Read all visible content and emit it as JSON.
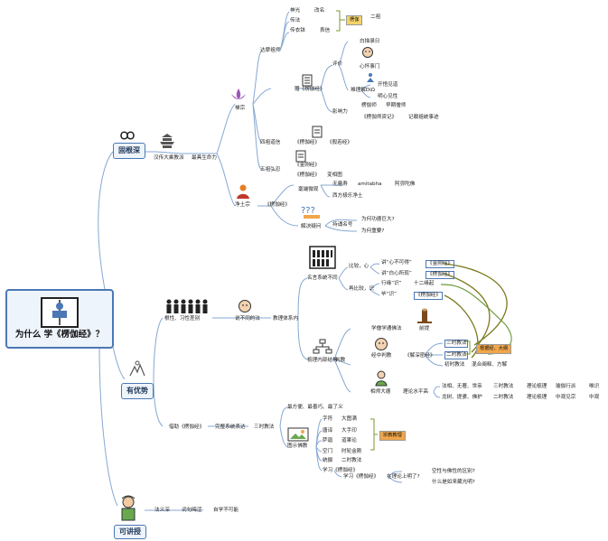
{
  "root": {
    "title": "为什么 学《楞伽经》？"
  },
  "branches": {
    "b1": "固根深",
    "b2": "有优势",
    "b3": "可讲授"
  },
  "b1": {
    "n1": "汉传大乘教派",
    "n2": "最具生命力",
    "chan": "禅宗",
    "jing": "净土宗",
    "damo": "达摩祖师",
    "shenguang": "神光",
    "gaiming": "改名",
    "chuanfa": "传法",
    "chuanyibo": "传衣钵",
    "biaozheng": "表信",
    "tag_lingai": "楞伽",
    "erzu": "二祖",
    "yi": "赠《楞伽经》",
    "pingjia": "评价",
    "baiju": "白描录日",
    "xinhuai": "心怀事门",
    "nanli": "难理解DiΩ",
    "kaiwu": "开悟见道",
    "mingxin": "明心见性",
    "yingxiang": "影响力",
    "lengqie_shi": "楞伽师",
    "zaoqi": "早期僧师",
    "lengqie_ziji": "《楞伽师资记》",
    "jizai": "记载祖统事迹",
    "sizu": "四祖道信",
    "lqj1": "《楞伽经》",
    "jingang1": "《般若经》",
    "wuzu": "五祖弘忍",
    "jingang2": "《金刚经》",
    "lqj2": "《楞伽经》",
    "bianxiang": "变相图",
    "lqj3": "《楞伽经》",
    "xiangzheng": "毫端微观",
    "wuliang": "无量寿",
    "amitabha": "amitabha",
    "amituo": "阿弥陀佛",
    "xifang": "西方极乐净土",
    "jieshi": "解决疑问",
    "chisong": "持诵名号",
    "q1": "为何功德巨大?",
    "q2": "为何重要?"
  },
  "b2": {
    "n1": "根性、习性差别",
    "n2": "说不同的法",
    "n3": "教理体系内",
    "mingyan": "名言系统不同",
    "bijiao": "比较，心",
    "zai": "再比较，识",
    "jiang1": "讲“心不可得”",
    "jg": "《金刚经》",
    "jiang2": "讲“白心所现”",
    "lqj": "《楞伽经》",
    "xingzhe": "行缘“识”",
    "shier": "十二缘起",
    "bijing": "毕“识”",
    "lqj_b": "《楞伽经》",
    "shuli": "梳理内部结构",
    "panjiao": "判教",
    "xuezhe": "学僧学通佛法",
    "qiandi": "前提",
    "jingzhong": "经中判教",
    "jiezhong": "《解深密经》",
    "sanshi": "三时教法",
    "ershi": "二时教法",
    "chushi": "初时教法",
    "tag_gen": "根据经、大纲",
    "hunhe": "混合阐释、方解",
    "xiangdi": "相师大德",
    "lilun": "理论水平高",
    "row1": [
      "法相、无著、世亲",
      "三时教法",
      "理论梳理",
      "瑜伽行派",
      "唯识"
    ],
    "row2": [
      "龙树、提婆、佛护",
      "二时教法",
      "理论梳理",
      "中观见宗",
      "中观"
    ],
    "jiezhu": "借助《楞伽经》",
    "wanzheng": "完整系统表达",
    "sanshi2": "三时教法",
    "zui": "最方便、最善巧、最了义",
    "zifu": "字符",
    "tangshi": "唐译",
    "saduo": "萨迦",
    "kongmen": "空门",
    "tongyi": "统摄",
    "dajia": "大图满",
    "dashou": "大手印",
    "lianshi": "道果论",
    "shizheng": "时轮金刚",
    "ershi2": "二时教法",
    "tag_sheng": "宗教教理",
    "tuyuan": "图示佛教",
    "xue": "学习《楞伽经》",
    "lilunshang": "在理论上明了?",
    "kongxing": "空性与佛性的区别?",
    "shenme": "什么是如来藏光明?"
  },
  "b3": {
    "fawen": "法义深",
    "ciju": "词句晦涩",
    "zixue": "自学不可能"
  },
  "colors": {
    "blue": "#4a78b5",
    "green": "#7a9a2e",
    "tagYellow": "#f5d36a",
    "tagOrange": "#f0a64a"
  }
}
